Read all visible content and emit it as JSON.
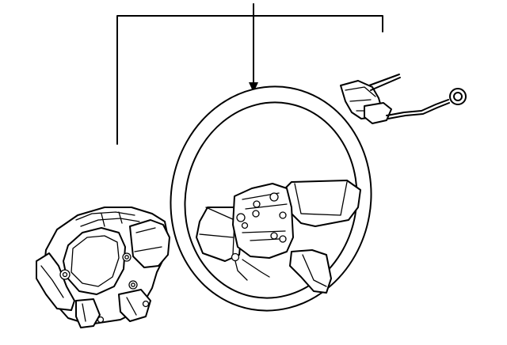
{
  "diagram": {
    "parts": [
      {
        "id": "airbag-module",
        "icon": "airbag-module-drawing"
      },
      {
        "id": "steering-wheel",
        "icon": "steering-wheel-drawing"
      },
      {
        "id": "wiring-harness",
        "icon": "wiring-harness-drawing"
      }
    ],
    "line_color": "#000000",
    "background": "#ffffff"
  }
}
